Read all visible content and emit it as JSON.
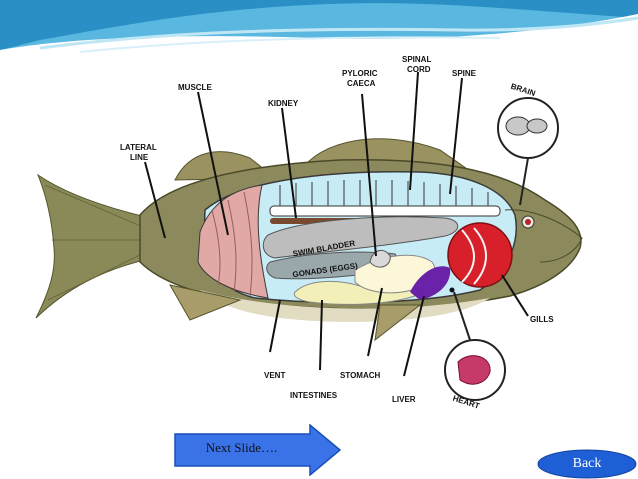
{
  "diagram": {
    "labels": {
      "muscle": "MUSCLE",
      "kidney": "KIDNEY",
      "pyloric_1": "PYLORIC",
      "pyloric_2": "CAECA",
      "spinal_1": "SPINAL",
      "spinal_2": "CORD",
      "spine": "SPINE",
      "brain": "BRAIN",
      "lateral_1": "LATERAL",
      "lateral_2": "LINE",
      "swim_bladder": "SWIM BLADDER",
      "gonads": "GONADS (EGGS)",
      "gills": "GILLS",
      "vent": "VENT",
      "intestines": "INTESTINES",
      "stomach": "STOMACH",
      "liver": "LIVER",
      "heart": "HEART"
    }
  },
  "nav": {
    "next_label": "Next Slide….",
    "back_label": "Back"
  },
  "colors": {
    "nav_blue": "#1f5fd6",
    "wave_blue": "#5ab8e0",
    "body_fill": "#c8ecf5",
    "muscle": "#e0a9a6",
    "gills_red": "#d8202a",
    "liver_purple": "#6a22a8",
    "heart_pink": "#c63a6a"
  }
}
